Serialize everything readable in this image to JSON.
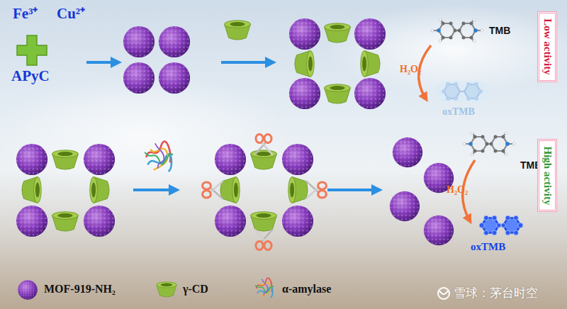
{
  "diagram": {
    "nodes": [
      {
        "text": [
          "Low activity"
        ]
      },
      {
        "text": [
          "High activity"
        ]
      }
    ],
    "labels": [
      "Fe³⁺",
      "Cu²⁺",
      "APyC",
      "TMB",
      "H₂O₂",
      "oxTMB",
      "TMB",
      "H₂O₂",
      "oxTMB",
      "雪球：茅台时空"
    ],
    "legend": [
      {
        "text": "MOF-919-NH₂"
      },
      {
        "text": "γ-CD"
      },
      {
        "text": "α-amylase"
      }
    ]
  }
}
